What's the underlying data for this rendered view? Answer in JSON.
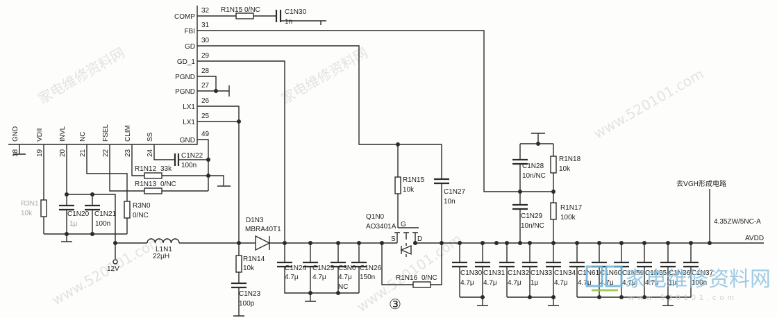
{
  "ic": {
    "right_pins": [
      {
        "num": "32",
        "name": "COMP"
      },
      {
        "num": "31",
        "name": "FBI"
      },
      {
        "num": "30",
        "name": "GD"
      },
      {
        "num": "29",
        "name": "GD_1"
      },
      {
        "num": "28",
        "name": "PGND"
      },
      {
        "num": "27",
        "name": "PGND"
      },
      {
        "num": "26",
        "name": "LX1"
      },
      {
        "num": "25",
        "name": "LX1"
      },
      {
        "num": "49",
        "name": "GND"
      }
    ],
    "bottom_pins": [
      {
        "num": "18",
        "name": "GND"
      },
      {
        "num": "19",
        "name": "VDII"
      },
      {
        "num": "20",
        "name": "INVL"
      },
      {
        "num": "21",
        "name": "NC"
      },
      {
        "num": "22",
        "name": "FSEL"
      },
      {
        "num": "23",
        "name": "CLIM"
      },
      {
        "num": "24",
        "name": "SS"
      }
    ]
  },
  "components": {
    "r1n15_comp": {
      "ref": "R1N15",
      "value": "0/NC"
    },
    "c1n30_comp": {
      "ref": "C1N30",
      "value": "1n"
    },
    "c1n22": {
      "ref": "C1N22",
      "value": "100n"
    },
    "r1n12": {
      "ref": "R1N12",
      "value": "33k"
    },
    "r1n13": {
      "ref": "R1N13",
      "value": "0/NC"
    },
    "r3n1": {
      "ref": "R3N1",
      "value": "10k"
    },
    "c1n20": {
      "ref": "C1N20",
      "value": "1μ"
    },
    "c1n21": {
      "ref": "C1N21",
      "value": "100n"
    },
    "r3n0": {
      "ref": "R3N0",
      "value": "0/NC"
    },
    "l1n1": {
      "ref": "L1N1",
      "value": "22μH"
    },
    "d1n3": {
      "ref": "D1N3",
      "value": "MBRA40T1"
    },
    "r1n14": {
      "ref": "R1N14",
      "value": "10k"
    },
    "c1n23": {
      "ref": "C1N23",
      "value": "100p"
    },
    "c1n24": {
      "ref": "C1N24",
      "value": "4.7μ"
    },
    "c1n25": {
      "ref": "C1N25",
      "value": "4.7μ"
    },
    "c3n0": {
      "ref": "C3N0",
      "value": "4.7μ",
      "note": "NC"
    },
    "c1n26": {
      "ref": "C1N26",
      "value": "150n"
    },
    "q1n0": {
      "ref": "Q1N0",
      "value": "AO3401A",
      "gate": "G",
      "source": "S",
      "drain": "D"
    },
    "r1n15": {
      "ref": "R1N15",
      "value": "10k"
    },
    "c1n27": {
      "ref": "C1N27",
      "value": "10n"
    },
    "r1n16": {
      "ref": "R1N16",
      "value": "0/NC"
    },
    "c1n28": {
      "ref": "C1N28",
      "value": "10n/NC"
    },
    "c1n29": {
      "ref": "C1N29",
      "value": "10n/NC"
    },
    "r1n18": {
      "ref": "R1N18",
      "value": "10k"
    },
    "r1n17": {
      "ref": "R1N17",
      "value": "100k"
    }
  },
  "output_caps": [
    {
      "ref": "C1N30",
      "value": "4.7μ"
    },
    {
      "ref": "C1N31",
      "value": "4.7μ"
    },
    {
      "ref": "C1N32",
      "value": "4.7μ"
    },
    {
      "ref": "C1N33",
      "value": "1μ"
    },
    {
      "ref": "C1N34",
      "value": "4.7μ"
    },
    {
      "ref": "C1N61",
      "value": "4.7μ"
    },
    {
      "ref": "C1N60",
      "value": "4.7μ"
    },
    {
      "ref": "C1N59",
      "value": "4.7μ"
    },
    {
      "ref": "C1N35",
      "value": "4.7μ"
    },
    {
      "ref": "C1N36",
      "value": "1μ"
    },
    {
      "ref": "C1N37",
      "value": "100n"
    }
  ],
  "nets": {
    "supply_in": "12V",
    "output": "AVDD",
    "vgh_note": "去VGH形成电路",
    "vgh_part": "4.35ZW/5NC-A"
  },
  "figure_number": "③",
  "watermark": {
    "site": "www.520101.com",
    "cn": "家电维修资料网",
    "logo_cn": "家电维修资料网",
    "logo_url": "www.520101.com"
  }
}
